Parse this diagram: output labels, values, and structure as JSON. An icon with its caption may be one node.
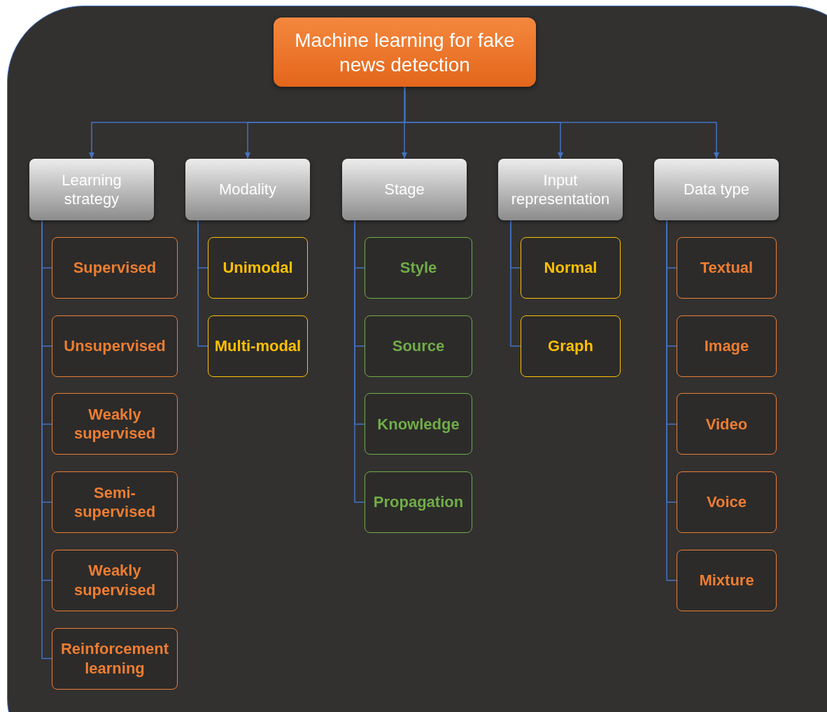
{
  "diagram": {
    "nodes": [
      {
        "text": [
          "Machine learning for fake news detection"
        ]
      },
      {
        "text": [
          "Learning strategy"
        ]
      },
      {
        "text": [
          "Modality"
        ]
      },
      {
        "text": [
          "Stage"
        ]
      },
      {
        "text": [
          "Input representation"
        ]
      },
      {
        "text": [
          "Data type"
        ]
      },
      {
        "text": [
          "Supervised"
        ]
      },
      {
        "text": [
          "Unsupervised"
        ]
      },
      {
        "text": [
          "Weakly supervised"
        ]
      },
      {
        "text": [
          "Semi-supervised"
        ]
      },
      {
        "text": [
          "Weakly supervised"
        ]
      },
      {
        "text": [
          "Reinforcement learning"
        ]
      },
      {
        "text": [
          "Unimodal"
        ]
      },
      {
        "text": [
          "Multi-modal"
        ]
      },
      {
        "text": [
          "Style"
        ]
      },
      {
        "text": [
          "Source"
        ]
      },
      {
        "text": [
          "Knowledge"
        ]
      },
      {
        "text": [
          "Propagation"
        ]
      },
      {
        "text": [
          "Normal"
        ]
      },
      {
        "text": [
          "Graph"
        ]
      },
      {
        "text": [
          "Textual"
        ]
      },
      {
        "text": [
          "Image"
        ]
      },
      {
        "text": [
          "Video"
        ]
      },
      {
        "text": [
          "Voice"
        ]
      },
      {
        "text": [
          "Mixture"
        ]
      }
    ],
    "edges": [
      {
        "from": 0,
        "to": 1,
        "arrow": "to"
      },
      {
        "from": 0,
        "to": 2,
        "arrow": "to"
      },
      {
        "from": 0,
        "to": 3,
        "arrow": "to"
      },
      {
        "from": 0,
        "to": 4,
        "arrow": "to"
      },
      {
        "from": 0,
        "to": 5,
        "arrow": "to"
      },
      {
        "from": 1,
        "to": 6,
        "arrow": "none"
      },
      {
        "from": 1,
        "to": 7,
        "arrow": "none"
      },
      {
        "from": 1,
        "to": 8,
        "arrow": "none"
      },
      {
        "from": 1,
        "to": 9,
        "arrow": "none"
      },
      {
        "from": 1,
        "to": 10,
        "arrow": "none"
      },
      {
        "from": 1,
        "to": 11,
        "arrow": "none"
      },
      {
        "from": 2,
        "to": 12,
        "arrow": "none"
      },
      {
        "from": 2,
        "to": 13,
        "arrow": "none"
      },
      {
        "from": 3,
        "to": 14,
        "arrow": "none"
      },
      {
        "from": 3,
        "to": 15,
        "arrow": "none"
      },
      {
        "from": 3,
        "to": 16,
        "arrow": "none"
      },
      {
        "from": 3,
        "to": 17,
        "arrow": "none"
      },
      {
        "from": 4,
        "to": 18,
        "arrow": "none"
      },
      {
        "from": 4,
        "to": 19,
        "arrow": "none"
      },
      {
        "from": 5,
        "to": 20,
        "arrow": "none"
      },
      {
        "from": 5,
        "to": 21,
        "arrow": "none"
      },
      {
        "from": 5,
        "to": 22,
        "arrow": "none"
      },
      {
        "from": 5,
        "to": 23,
        "arrow": "none"
      },
      {
        "from": 5,
        "to": 24,
        "arrow": "none"
      }
    ]
  }
}
